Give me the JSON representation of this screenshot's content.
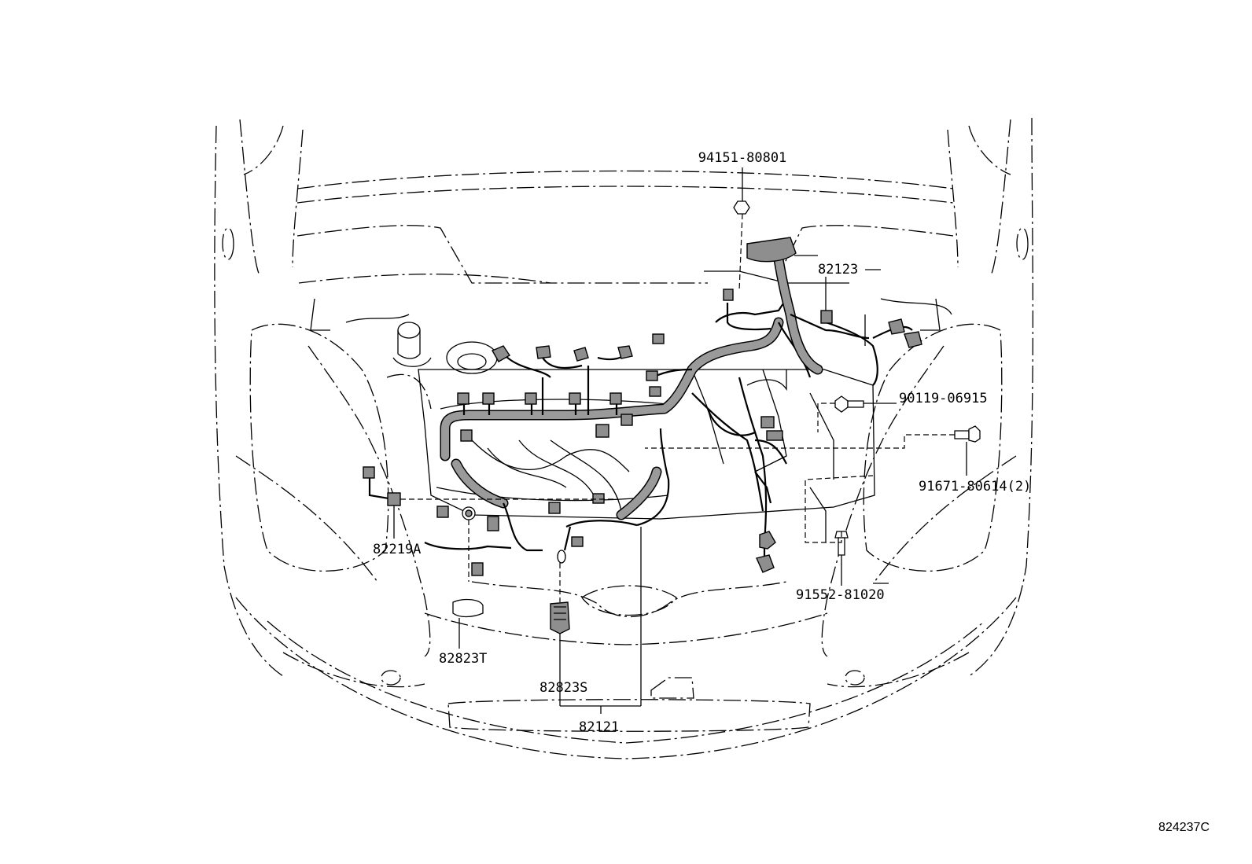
{
  "diagram": {
    "part_labels": {
      "nut_top": "94151-80801",
      "wire_upper_right": "82123",
      "bolt_right_upper": "90119-06915",
      "bolt_right_mid": "91671-80614(2)",
      "bolt_right_lower": "91552-81020",
      "connector_left": "82219A",
      "clamp_left": "82823T",
      "clamp_center": "82823S",
      "engine_wire": "82121"
    },
    "figure_number": "824237C"
  }
}
